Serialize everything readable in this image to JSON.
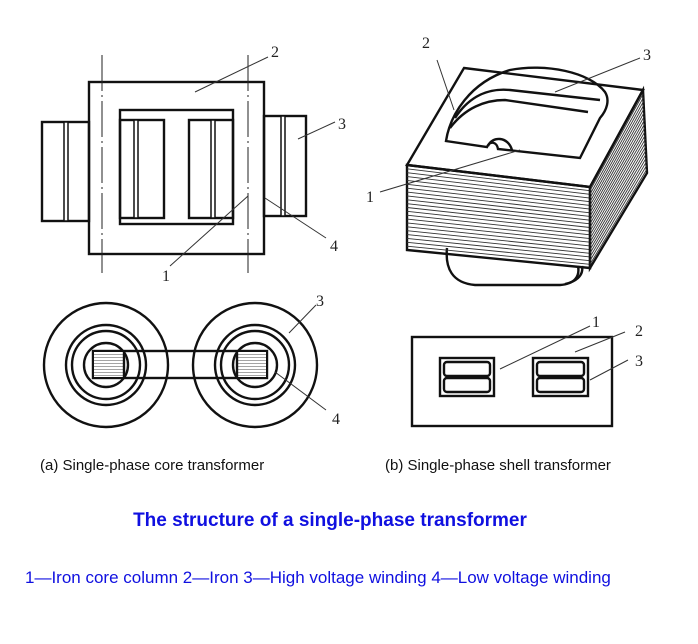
{
  "diagram": {
    "core_labels": {
      "iron_core_column": "1",
      "iron": "2",
      "high_voltage": "3",
      "low_voltage": "4"
    },
    "caption_a": "(a) Single-phase core transformer",
    "caption_b": "(b) Single-phase shell transformer"
  },
  "title": "The structure of a single-phase transformer",
  "legend": "1—Iron core column 2—Iron 3—High voltage winding 4—Low voltage winding",
  "colors": {
    "title": "#1010e0",
    "legend": "#1010e0"
  }
}
